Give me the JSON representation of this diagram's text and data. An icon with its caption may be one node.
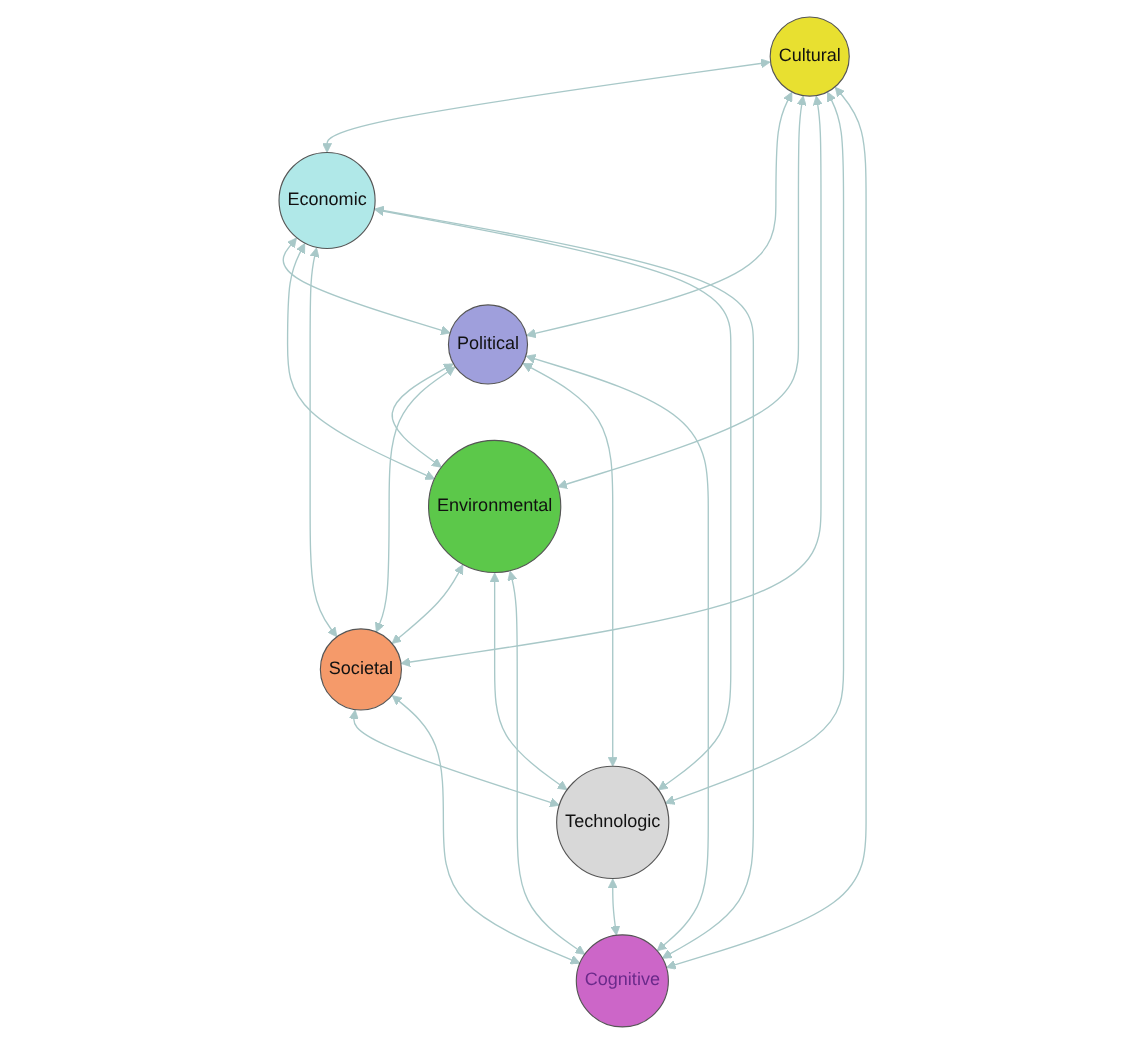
{
  "diagram": {
    "nodes": [
      {
        "text": [
          "Cultural"
        ]
      },
      {
        "text": [
          "Economic"
        ]
      },
      {
        "text": [
          "Political"
        ]
      },
      {
        "text": [
          "Environmental"
        ]
      },
      {
        "text": [
          "Societal"
        ]
      },
      {
        "text": [
          "Technologic"
        ]
      },
      {
        "text": [
          "Cognitive"
        ]
      }
    ],
    "edges": [
      {
        "from": 0,
        "to": 1,
        "arrow": "both"
      },
      {
        "from": 0,
        "to": 2,
        "arrow": "both"
      },
      {
        "from": 0,
        "to": 3,
        "arrow": "both"
      },
      {
        "from": 0,
        "to": 4,
        "arrow": "both"
      },
      {
        "from": 0,
        "to": 5,
        "arrow": "both"
      },
      {
        "from": 0,
        "to": 6,
        "arrow": "both"
      },
      {
        "from": 1,
        "to": 2,
        "arrow": "both"
      },
      {
        "from": 1,
        "to": 3,
        "arrow": "both"
      },
      {
        "from": 1,
        "to": 4,
        "arrow": "both"
      },
      {
        "from": 1,
        "to": 5,
        "arrow": "both"
      },
      {
        "from": 1,
        "to": 6,
        "arrow": "both"
      },
      {
        "from": 2,
        "to": 3,
        "arrow": "both"
      },
      {
        "from": 2,
        "to": 4,
        "arrow": "both"
      },
      {
        "from": 2,
        "to": 5,
        "arrow": "both"
      },
      {
        "from": 2,
        "to": 6,
        "arrow": "both"
      },
      {
        "from": 3,
        "to": 4,
        "arrow": "both"
      },
      {
        "from": 3,
        "to": 5,
        "arrow": "both"
      },
      {
        "from": 3,
        "to": 6,
        "arrow": "both"
      },
      {
        "from": 4,
        "to": 5,
        "arrow": "both"
      },
      {
        "from": 4,
        "to": 6,
        "arrow": "both"
      },
      {
        "from": 5,
        "to": 6,
        "arrow": "both"
      }
    ]
  }
}
